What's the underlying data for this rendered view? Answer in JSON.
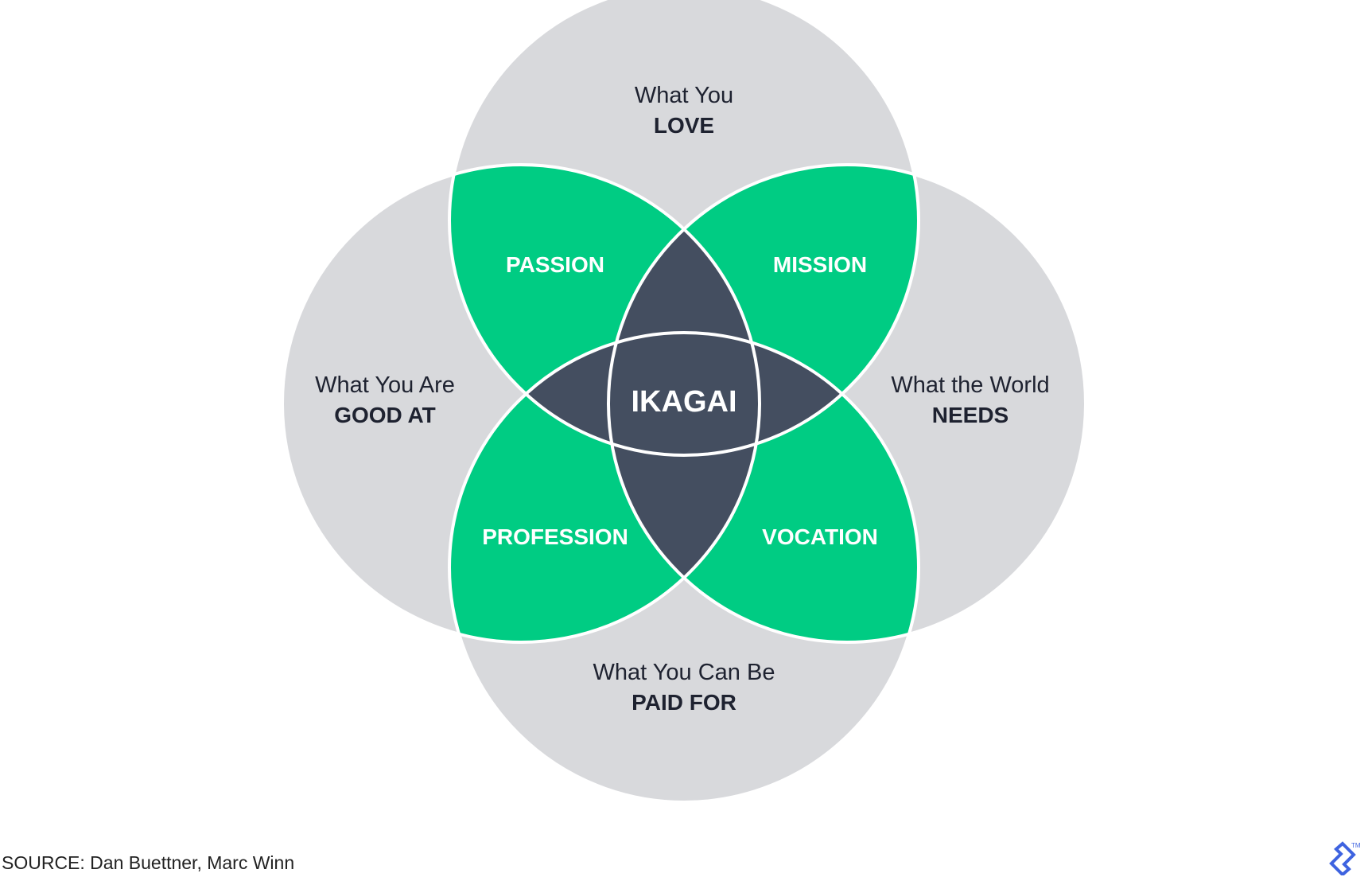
{
  "colors": {
    "circle_fill": "#d8d9dc",
    "petal_fill": "#00cc83",
    "center_fill": "#444e60",
    "outline": "#ffffff",
    "circle_text": "#1e2230",
    "region_text": "#ffffff",
    "logo": "#3e63e0"
  },
  "circles": {
    "top": {
      "line1": "What You",
      "line2": "LOVE"
    },
    "left": {
      "line1": "What You Are",
      "line2": "GOOD AT"
    },
    "right": {
      "line1": "What the World",
      "line2": "NEEDS"
    },
    "bottom": {
      "line1": "What You Can Be",
      "line2": "PAID FOR"
    }
  },
  "regions": {
    "passion": "PASSION",
    "mission": "MISSION",
    "profession": "PROFESSION",
    "vocation": "VOCATION",
    "center": "IKAGAI"
  },
  "footer": {
    "source": "SOURCE: Dan Buettner, Marc Winn",
    "logo_icon": "toptal-logo-icon",
    "trademark": "TM"
  }
}
